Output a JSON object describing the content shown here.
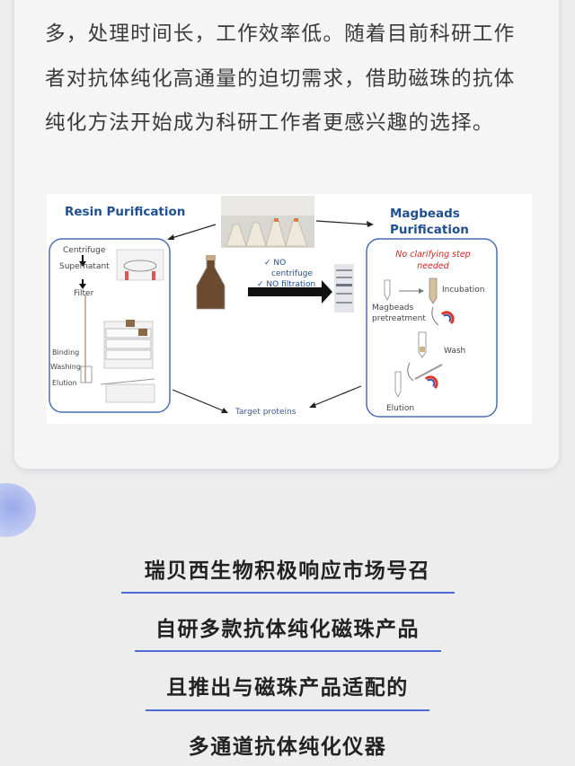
{
  "paragraph": "多，处理时间长，工作效率低。随着目前科研工作者对抗体纯化高通量的迫切需求，借助磁珠的抗体纯化方法开始成为科研工作者更感兴趣的选择。",
  "figure": {
    "resin_title": "Resin Purification",
    "magbeads_title_1": "Magbeads",
    "magbeads_title_2": "Purification",
    "centrifuge": "Centrifuge",
    "supernatant": "Supernatant",
    "filter": "Filter",
    "binding": "Binding",
    "washing": "Washing",
    "elution_left": "Elution",
    "no_centrifuge_1": "✓ NO",
    "no_centrifuge_2": "centrifuge",
    "no_filtration": "✓ NO filtration",
    "no_clarifying_1": "No clarifying step",
    "no_clarifying_2": "needed",
    "incubation": "Incubation",
    "magbeads_pre_1": "Magbeads",
    "magbeads_pre_2": "pretreatment",
    "wash": "Wash",
    "elution_right": "Elution",
    "target_proteins": "Target proteins"
  },
  "headlines": [
    "瑞贝西生物积极响应市场号召",
    "自研多款抗体纯化磁珠产品",
    "且推出与磁珠产品适配的",
    "多通道抗体纯化仪器"
  ],
  "colors": {
    "accent_blue": "#4f6bd6",
    "figure_blue": "#1f4f91",
    "warning_red": "#d0261f"
  }
}
